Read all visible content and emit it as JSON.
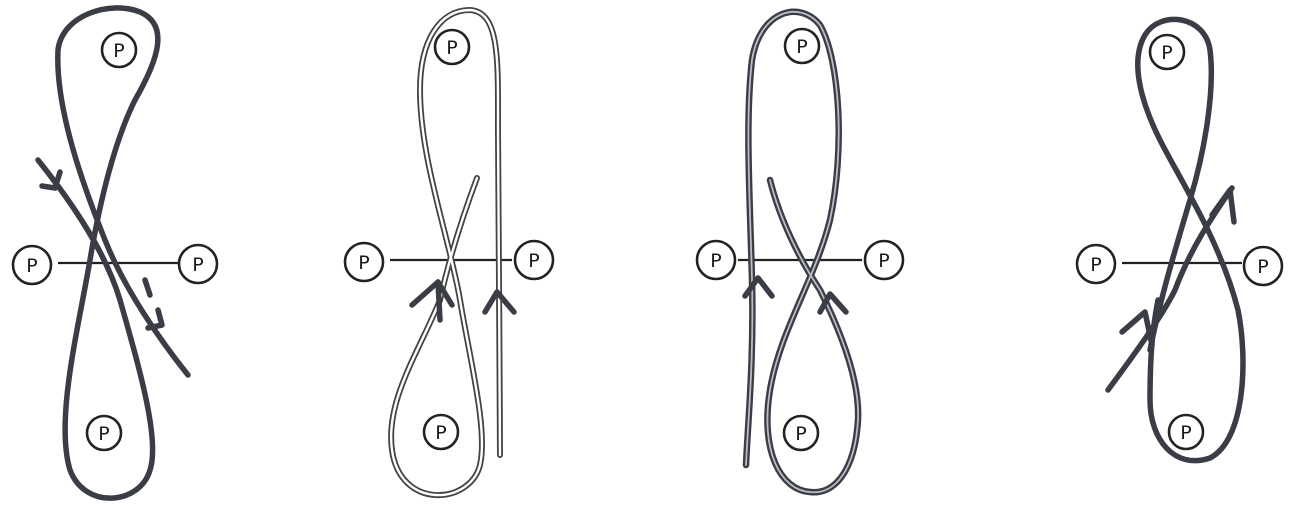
{
  "figures": [
    {
      "pegs": [
        {
          "label": "P"
        },
        {
          "label": "P"
        },
        {
          "label": "P"
        },
        {
          "label": "P"
        }
      ]
    },
    {
      "pegs": [
        {
          "label": "P"
        },
        {
          "label": "P"
        },
        {
          "label": "P"
        },
        {
          "label": "P"
        }
      ]
    },
    {
      "pegs": [
        {
          "label": "P"
        },
        {
          "label": "P"
        },
        {
          "label": "P"
        },
        {
          "label": "P"
        }
      ]
    },
    {
      "pegs": [
        {
          "label": "P"
        },
        {
          "label": "P"
        },
        {
          "label": "P"
        },
        {
          "label": "P"
        }
      ]
    }
  ]
}
